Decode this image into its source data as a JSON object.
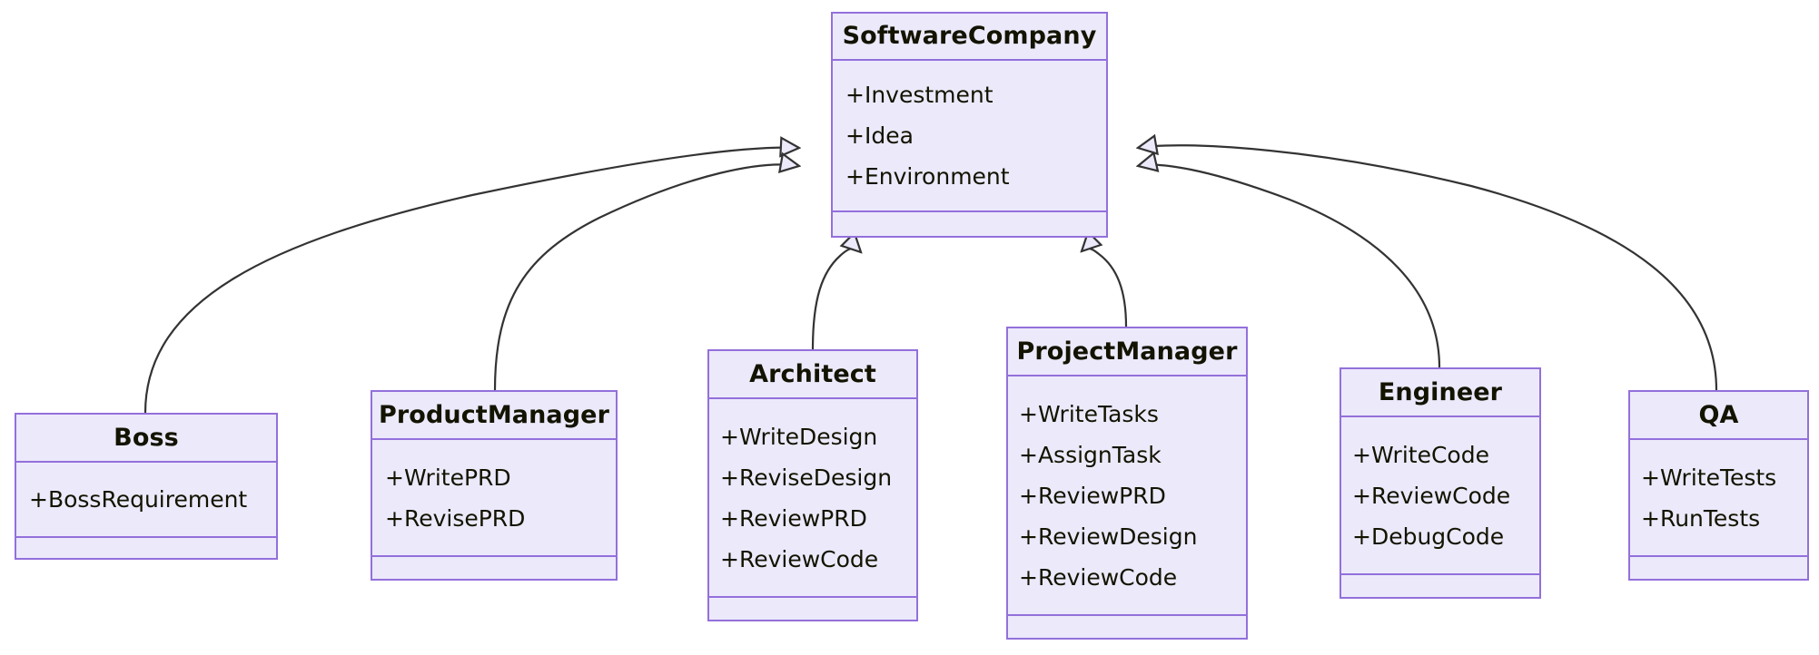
{
  "diagram": {
    "kind": "uml-class-diagram",
    "title": "",
    "colors": {
      "node_fill": "#ECE9FB",
      "node_border": "#9370DB",
      "edge_stroke": "#333333",
      "text": "#131300",
      "background": "#FFFFFF"
    },
    "classes": [
      {
        "id": "software-company",
        "name": "SoftwareCompany",
        "attributes": [
          "+Investment",
          "+Idea",
          "+Environment"
        ],
        "methods": []
      },
      {
        "id": "boss",
        "name": "Boss",
        "attributes": [
          "+BossRequirement"
        ],
        "methods": []
      },
      {
        "id": "product-manager",
        "name": "ProductManager",
        "attributes": [
          "+WritePRD",
          "+RevisePRD"
        ],
        "methods": []
      },
      {
        "id": "architect",
        "name": "Architect",
        "attributes": [
          "+WriteDesign",
          "+ReviseDesign",
          "+ReviewPRD",
          "+ReviewCode"
        ],
        "methods": []
      },
      {
        "id": "project-manager",
        "name": "ProjectManager",
        "attributes": [
          "+WriteTasks",
          "+AssignTask",
          "+ReviewPRD",
          "+ReviewDesign",
          "+ReviewCode"
        ],
        "methods": []
      },
      {
        "id": "engineer",
        "name": "Engineer",
        "attributes": [
          "+WriteCode",
          "+ReviewCode",
          "+DebugCode"
        ],
        "methods": []
      },
      {
        "id": "qa",
        "name": "QA",
        "attributes": [
          "+WriteTests",
          "+RunTests"
        ],
        "methods": []
      }
    ],
    "relations": [
      {
        "id": "boss-inherits",
        "from": "Boss",
        "to": "SoftwareCompany",
        "type": "inheritance",
        "arrow": "hollow-triangle"
      },
      {
        "id": "product-manager-inherits",
        "from": "ProductManager",
        "to": "SoftwareCompany",
        "type": "inheritance",
        "arrow": "hollow-triangle"
      },
      {
        "id": "architect-inherits",
        "from": "Architect",
        "to": "SoftwareCompany",
        "type": "inheritance",
        "arrow": "hollow-triangle"
      },
      {
        "id": "project-manager-inherits",
        "from": "ProjectManager",
        "to": "SoftwareCompany",
        "type": "inheritance",
        "arrow": "hollow-triangle"
      },
      {
        "id": "engineer-inherits",
        "from": "Engineer",
        "to": "SoftwareCompany",
        "type": "inheritance",
        "arrow": "hollow-triangle"
      },
      {
        "id": "qa-inherits",
        "from": "QA",
        "to": "SoftwareCompany",
        "type": "inheritance",
        "arrow": "hollow-triangle"
      }
    ]
  }
}
